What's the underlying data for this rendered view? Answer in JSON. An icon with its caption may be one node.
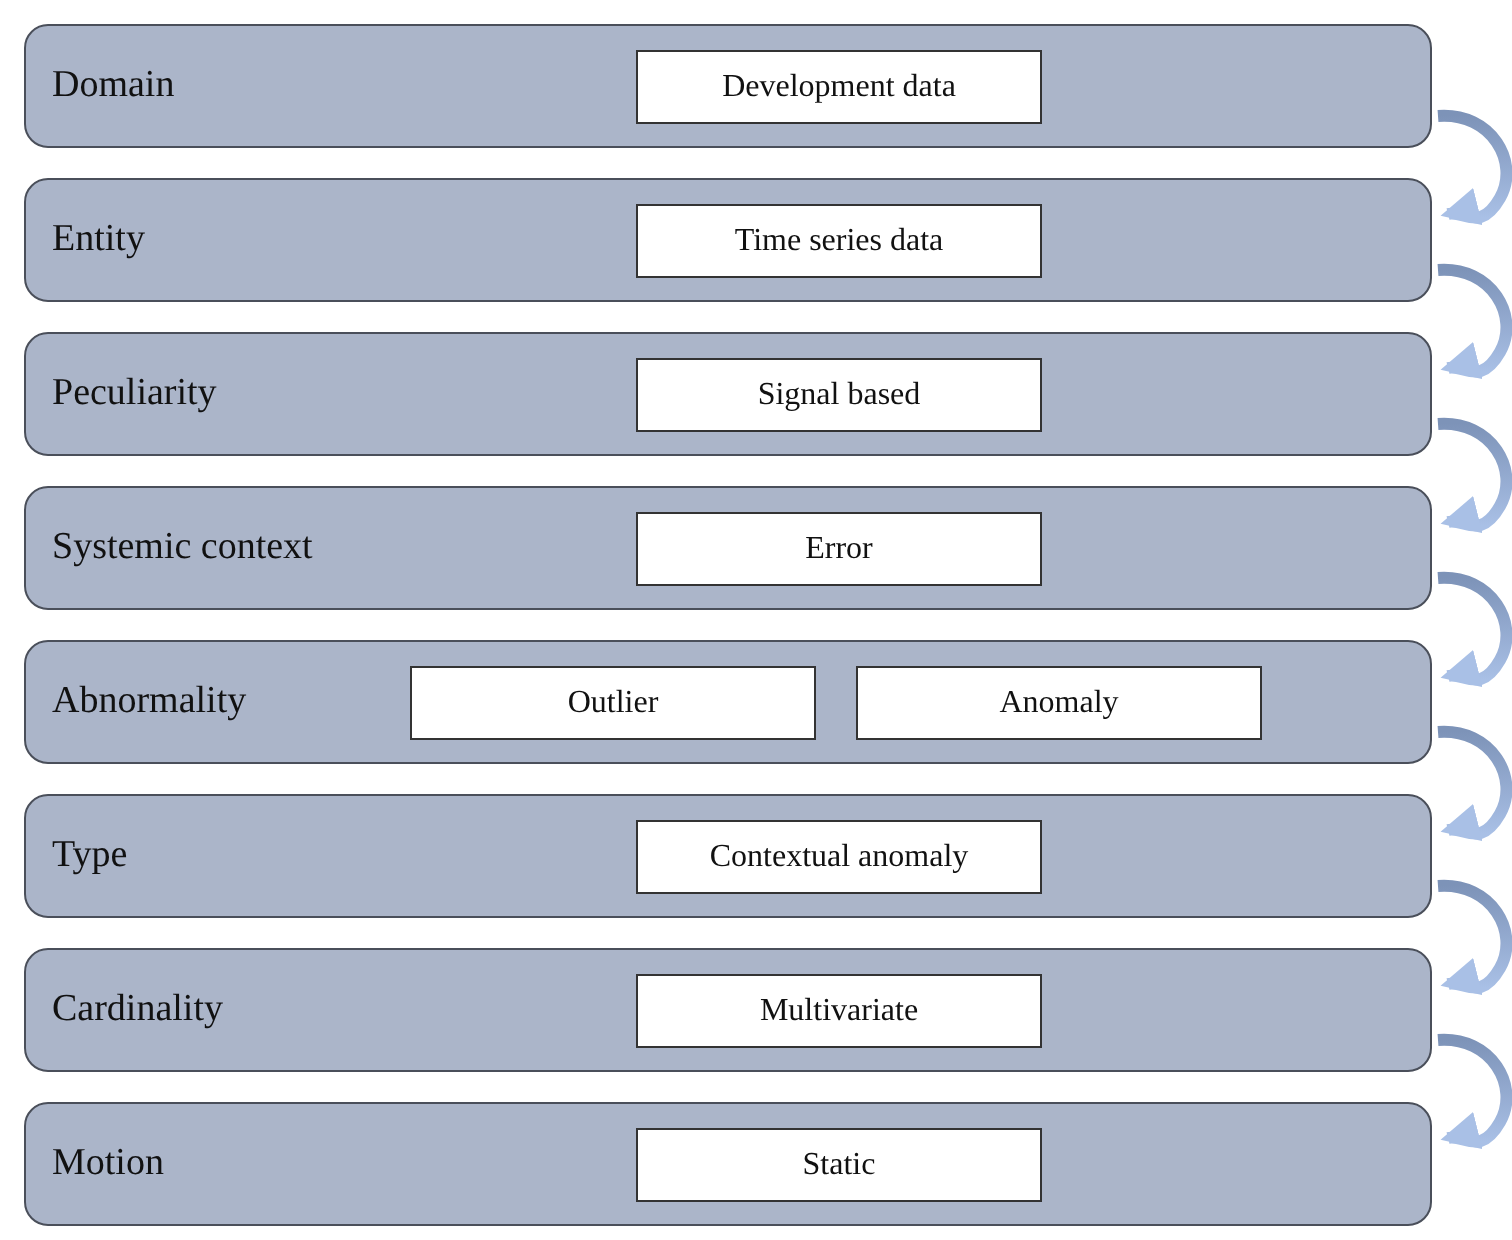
{
  "diagram": {
    "nodes": [
      {
        "text": [
          "Domain"
        ]
      },
      {
        "text": [
          "Development data"
        ],
        "in": 0
      },
      {
        "text": [
          "Entity"
        ]
      },
      {
        "text": [
          "Time series data"
        ],
        "in": 2
      },
      {
        "text": [
          "Peculiarity"
        ]
      },
      {
        "text": [
          "Signal based"
        ],
        "in": 4
      },
      {
        "text": [
          "Systemic context"
        ]
      },
      {
        "text": [
          "Error"
        ],
        "in": 6
      },
      {
        "text": [
          "Abnormality"
        ]
      },
      {
        "text": [
          "Outlier"
        ],
        "in": 8
      },
      {
        "text": [
          "Anomaly"
        ],
        "in": 8
      },
      {
        "text": [
          "Type"
        ]
      },
      {
        "text": [
          "Contextual anomaly"
        ],
        "in": 11
      },
      {
        "text": [
          "Cardinality"
        ]
      },
      {
        "text": [
          "Multivariate"
        ],
        "in": 13
      },
      {
        "text": [
          "Motion"
        ]
      },
      {
        "text": [
          "Static"
        ],
        "in": 15
      }
    ],
    "edges": [
      {
        "from": 0,
        "to": 2,
        "arrow": "to"
      },
      {
        "from": 2,
        "to": 4,
        "arrow": "to"
      },
      {
        "from": 4,
        "to": 6,
        "arrow": "to"
      },
      {
        "from": 6,
        "to": 8,
        "arrow": "to"
      },
      {
        "from": 8,
        "to": 11,
        "arrow": "to"
      },
      {
        "from": 11,
        "to": 13,
        "arrow": "to"
      },
      {
        "from": 13,
        "to": 15,
        "arrow": "to"
      }
    ]
  }
}
